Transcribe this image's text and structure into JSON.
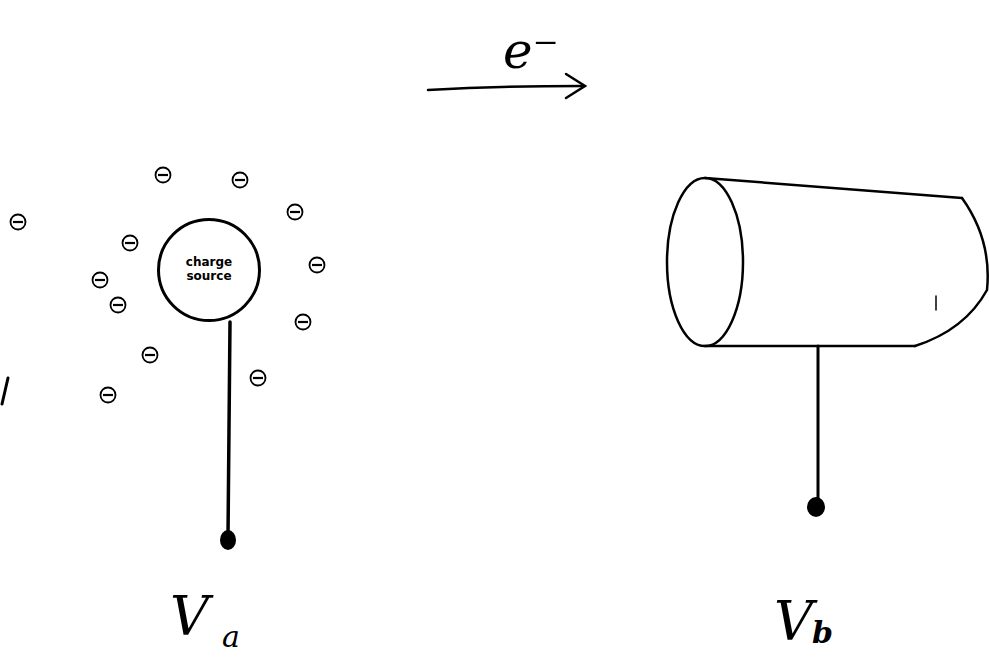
{
  "diagram": {
    "nodes": [
      {
        "text": [
          "charge source"
        ]
      }
    ],
    "labels": [
      "e⁻",
      "V",
      "a",
      "V",
      "b"
    ]
  }
}
